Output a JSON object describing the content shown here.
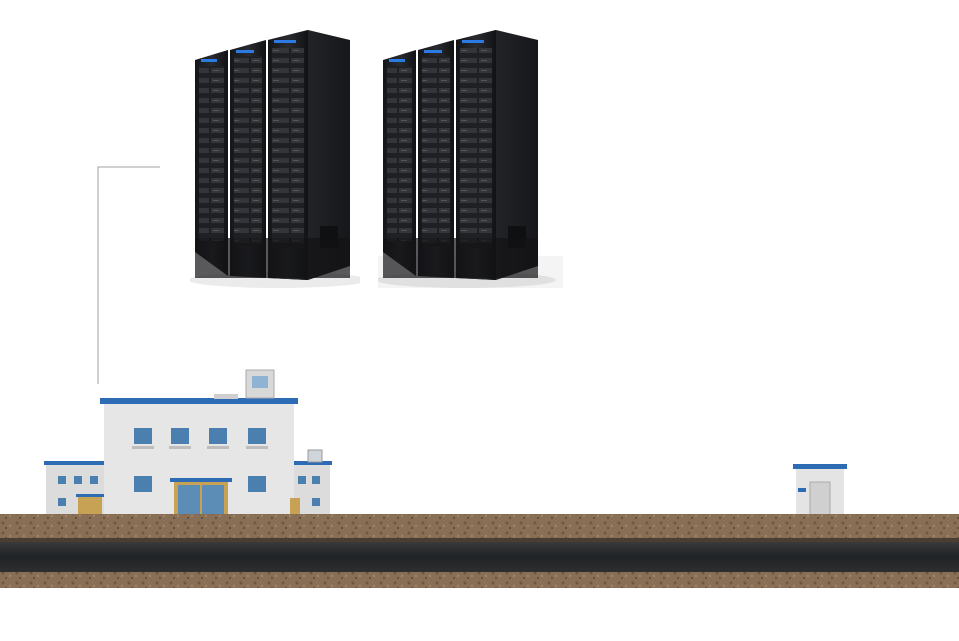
{
  "scene": {
    "kind": "illustration",
    "elements": [
      "server-rack-group-left",
      "server-rack-group-right",
      "connector-line",
      "main-building",
      "small-utility-hut",
      "ground-soil-strata"
    ]
  },
  "colors": {
    "rack_body": "#1b1c1f",
    "rack_front": "#2a2b2f",
    "rack_accent_blue": "#2c7be5",
    "building_wall": "#e6e6e6",
    "building_roof_trim": "#2d6bb5",
    "window_blue": "#4b7fb0",
    "soil_top": "#8a6f57",
    "soil_dark": "#2b2b2b",
    "line": "#9a9a9a"
  }
}
